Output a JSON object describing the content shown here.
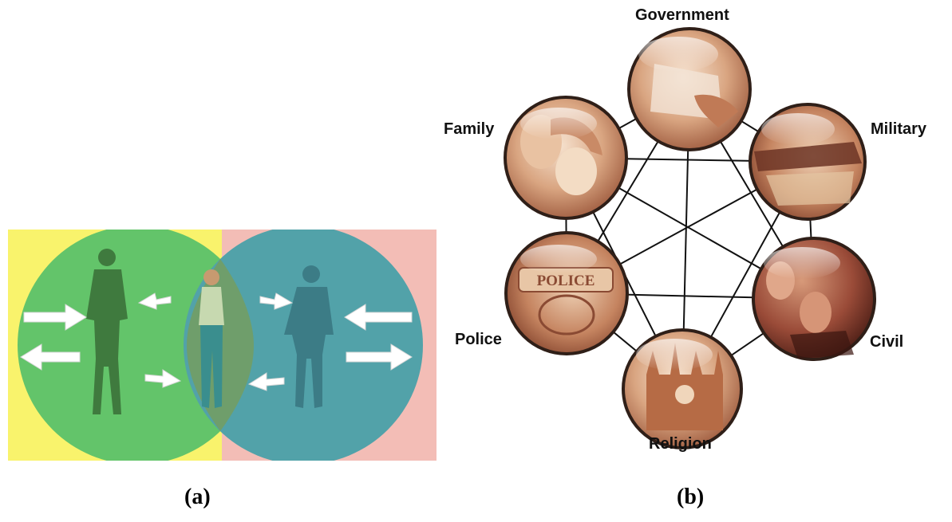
{
  "captions": {
    "a": "(a)",
    "b": "(b)"
  },
  "panel_a": {
    "colors": {
      "left": "#f9f36c",
      "right": "#f3bdb6",
      "green": "#63c46a",
      "teal": "#52a2a9",
      "overlap": "#6a9e6c"
    },
    "figures": [
      "person-left",
      "person-center",
      "person-right"
    ]
  },
  "panel_b": {
    "nodes": [
      {
        "id": "government",
        "label": "Government"
      },
      {
        "id": "military",
        "label": "Military"
      },
      {
        "id": "civil",
        "label": "Civil"
      },
      {
        "id": "religion",
        "label": "Religion"
      },
      {
        "id": "police",
        "label": "Police"
      },
      {
        "id": "family",
        "label": "Family"
      }
    ],
    "colors": {
      "sepia_light": "#f2d7bf",
      "sepia_mid": "#c98a66",
      "sepia_dark": "#8a4a33",
      "rim": "#3b2a22"
    }
  }
}
